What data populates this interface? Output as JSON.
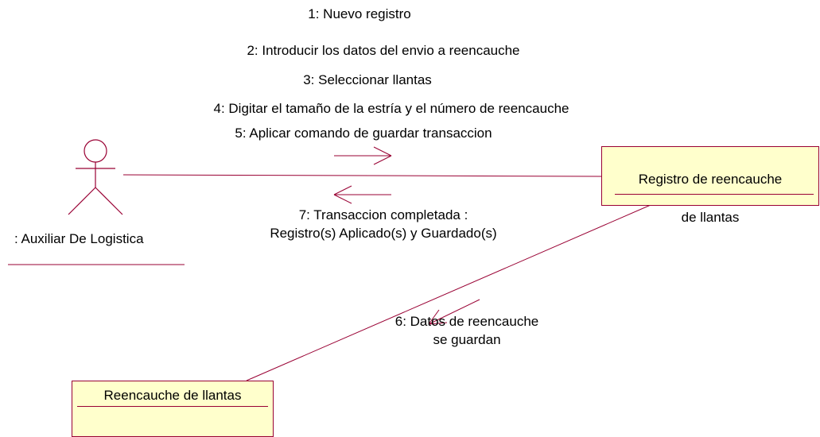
{
  "diagram": {
    "actor": {
      "name": ": Auxiliar De Logistica"
    },
    "objects": {
      "registro": {
        "name_line1": "Registro de reencauche",
        "name_line2": "de llantas"
      },
      "reencauche": {
        "name": "Reencauche de llantas"
      }
    },
    "messages": {
      "m1": "1: Nuevo registro",
      "m2": "2: Introducir los datos del envio a reencauche",
      "m3": "3: Seleccionar llantas",
      "m4": "4: Digitar el tamaño de la estría y el número de reencauche",
      "m5": "5: Aplicar comando de guardar transaccion",
      "m6_line1": "6: Datos de reencauche",
      "m6_line2": "se guardan",
      "m7_line1": "7: Transaccion completada :",
      "m7_line2": "Registro(s) Aplicado(s) y Guardado(s)"
    },
    "colors": {
      "line": "#990033",
      "box_fill": "#ffffcc"
    }
  }
}
